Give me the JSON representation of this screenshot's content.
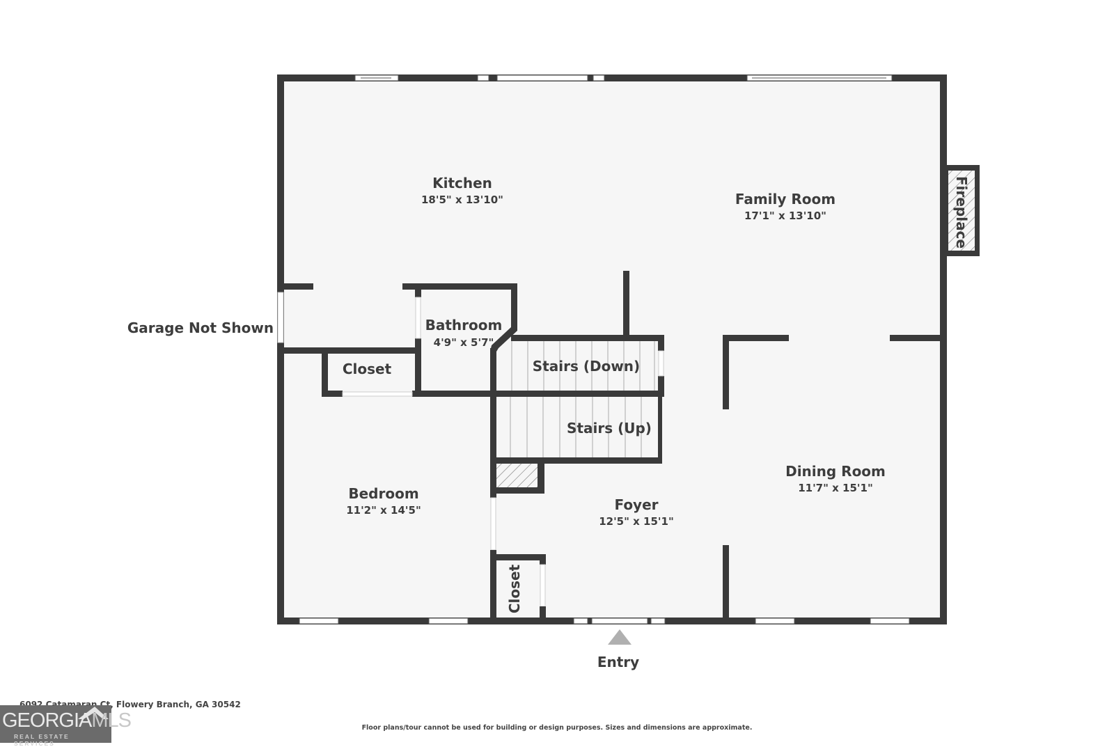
{
  "plan": {
    "rooms": [
      {
        "name": "Kitchen",
        "dims": "18'5\" x 13'10\""
      },
      {
        "name": "Family Room",
        "dims": "17'1\" x 13'10\""
      },
      {
        "name": "Bathroom",
        "dims": "4'9\" x 5'7\""
      },
      {
        "name": "Closet",
        "dims": ""
      },
      {
        "name": "Stairs (Down)",
        "dims": ""
      },
      {
        "name": "Stairs (Up)",
        "dims": ""
      },
      {
        "name": "Bedroom",
        "dims": "11'2\" x 14'5\""
      },
      {
        "name": "Foyer",
        "dims": "12'5\" x 15'1\""
      },
      {
        "name": "Dining Room",
        "dims": "11'7\" x 15'1\""
      },
      {
        "name": "Closet",
        "dims": ""
      }
    ],
    "fireplace_label": "Fireplace",
    "garage_label": "Garage Not Shown",
    "entry_label": "Entry"
  },
  "footer": {
    "address": "6092 Catamaran Ct, Flowery Branch, GA 30542",
    "disclaimer": "Floor plans/tour cannot be used for building or design purposes. Sizes and dimensions are approximate.",
    "logo": {
      "main": "GEORGIA",
      "accent": "MLS",
      "sub": "REAL ESTATE SERVICES"
    }
  },
  "colors": {
    "wall": "#3a3a3a",
    "floor": "#f6f6f6",
    "text": "#3d3d3d",
    "entry_arrow": "#b0b0b0"
  }
}
